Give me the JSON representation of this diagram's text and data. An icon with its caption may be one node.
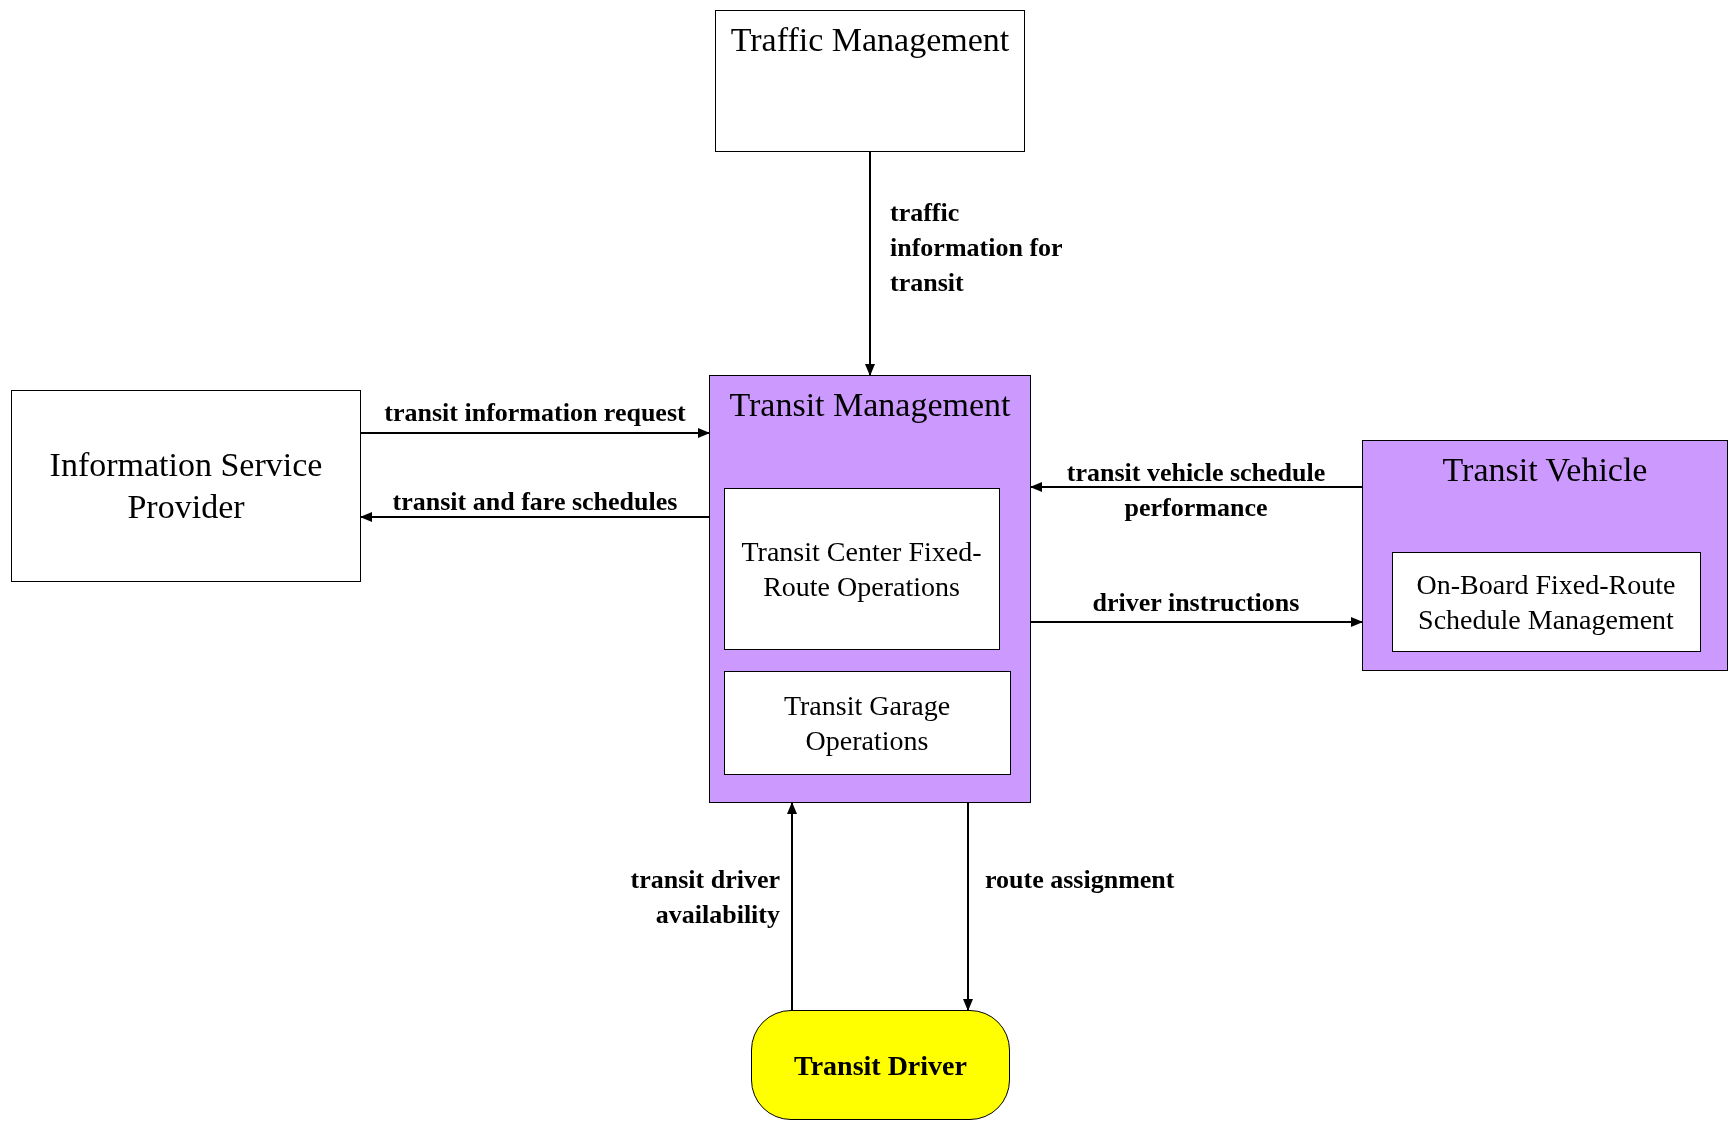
{
  "diagram": {
    "nodes": [
      {
        "text": [
          "Traffic Management"
        ]
      },
      {
        "text": [
          "Information Service Provider"
        ]
      },
      {
        "text": [
          "Transit Management"
        ]
      },
      {
        "text": [
          "Transit Center Fixed-Route Operations"
        ],
        "in": 2
      },
      {
        "text": [
          "Transit Garage Operations"
        ],
        "in": 2
      },
      {
        "text": [
          "Transit Vehicle"
        ]
      },
      {
        "text": [
          "On-Board Fixed-Route Schedule Management"
        ],
        "in": 5
      },
      {
        "text": [
          "Transit Driver"
        ]
      }
    ],
    "edges": [
      {
        "from": 0,
        "to": 2,
        "arrow": "to",
        "label": "traffic information for transit"
      },
      {
        "from": 1,
        "to": 2,
        "arrow": "to",
        "label": "transit information request"
      },
      {
        "from": 2,
        "to": 1,
        "arrow": "to",
        "label": "transit and fare schedules"
      },
      {
        "from": 5,
        "to": 2,
        "arrow": "to",
        "label": "transit vehicle schedule performance"
      },
      {
        "from": 2,
        "to": 5,
        "arrow": "to",
        "label": "driver instructions"
      },
      {
        "from": 7,
        "to": 2,
        "arrow": "to",
        "label": "transit driver availability"
      },
      {
        "from": 2,
        "to": 7,
        "arrow": "to",
        "label": "route assignment"
      }
    ]
  }
}
